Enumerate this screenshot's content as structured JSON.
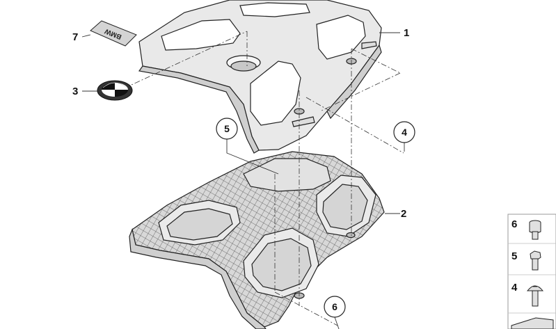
{
  "callouts": [
    {
      "id": "1",
      "label": "1"
    },
    {
      "id": "2",
      "label": "2"
    },
    {
      "id": "3",
      "label": "3"
    },
    {
      "id": "4",
      "label": "4"
    },
    {
      "id": "5",
      "label": "5"
    },
    {
      "id": "6",
      "label": "6"
    },
    {
      "id": "7",
      "label": "7"
    }
  ],
  "decal_text": "BMW",
  "side_panel": [
    {
      "label": "6",
      "icon": "hex-socket-screw-icon"
    },
    {
      "label": "5",
      "icon": "hex-bolt-icon"
    },
    {
      "label": "4",
      "icon": "pan-head-screw-icon"
    }
  ]
}
